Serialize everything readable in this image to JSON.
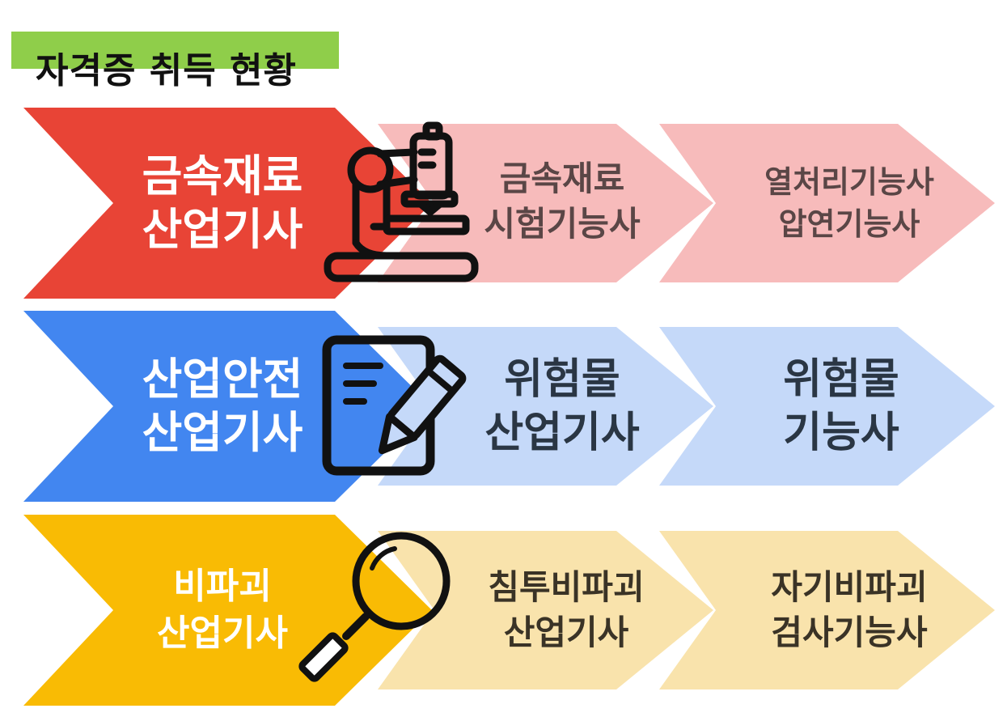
{
  "title": "자격증 취득 현황",
  "colors": {
    "title_bg": "#8fce4a",
    "red_main": "#e84436",
    "red_light": "#f7bbbb",
    "blue_main": "#4286f0",
    "blue_light": "#c5d9f9",
    "yellow_main": "#f9bb04",
    "yellow_light": "#f9e3ac"
  },
  "rows": [
    {
      "icon": "microscope-icon",
      "main": [
        "금속재료",
        "산업기사"
      ],
      "sub1": [
        "금속재료",
        "시험기능사"
      ],
      "sub2": [
        "열처리기능사",
        "압연기능사"
      ]
    },
    {
      "icon": "document-pencil-icon",
      "main": [
        "산업안전",
        "산업기사"
      ],
      "sub1": [
        "위험물",
        "산업기사"
      ],
      "sub2": [
        "위험물",
        "기능사"
      ]
    },
    {
      "icon": "magnifier-icon",
      "main": [
        "비파괴",
        "산업기사"
      ],
      "sub1": [
        "침투비파괴",
        "산업기사"
      ],
      "sub2": [
        "자기비파괴",
        "검사기능사"
      ]
    }
  ]
}
